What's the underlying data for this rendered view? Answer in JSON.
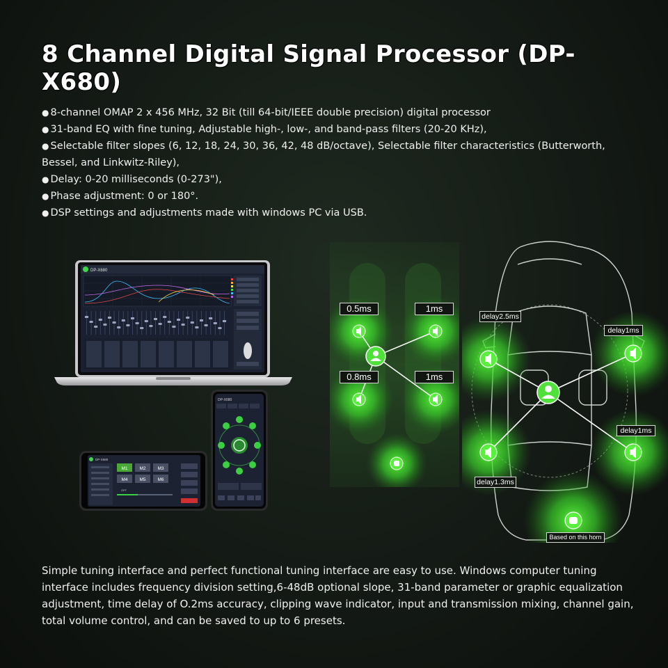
{
  "title": "8 Channel Digital Signal Processor (DP-X680)",
  "bullets": [
    "8-channel OMAP 2 x 456 MHz, 32 Bit (till 64-bit/IEEE double precision) digital processor",
    "31-band EQ with fine tuning, Adjustable high-, low-, and band-pass filters (20-20 KHz),",
    "Selectable filter slopes (6, 12, 18, 24, 30, 36, 42, 48 dB/octave), Selectable filter characteristics (Butterworth,",
    "Bessel, and Linkwitz-Riley),",
    "Delay: 0-20 milliseconds (0-273\"),",
    "Phase adjustment: 0 or 180°.",
    "DSP settings and adjustments made with windows PC via USB."
  ],
  "bullet_marker": "●",
  "laptop": {
    "app_name": "DP-X680"
  },
  "phone": {
    "app_name": "DP-X680"
  },
  "tablet": {
    "app_name": "DP-X680",
    "presets": [
      "M1",
      "M2",
      "M3",
      "M4",
      "M5",
      "M6"
    ],
    "off_label": "OFF"
  },
  "speaker_delays": {
    "front_left": "0.5ms",
    "front_right": "1ms",
    "rear_left": "0.8ms",
    "rear_right": "1ms"
  },
  "car_delays": {
    "front_left": "delay2.5ms",
    "front_right": "delay1ms",
    "rear_right": "delay1ms",
    "rear_left": "delay1.3ms",
    "horn_note": "Based on this horn"
  },
  "bottom_text": "Simple tuning interface and perfect functional tuning interface are easy to use. Windows computer tuning interface includes frequency division setting,6-48dB optional slope, 31-band parameter or graphic equalization adjustment, time delay of O.2ms accuracy, clipping wave indicator, input and transmission mixing, channel gain, total volume control, and can be saved to up to 6 presets.",
  "colors": {
    "accent": "#4cff3a",
    "background": "#161c17",
    "ui_dark": "#1c2230"
  }
}
